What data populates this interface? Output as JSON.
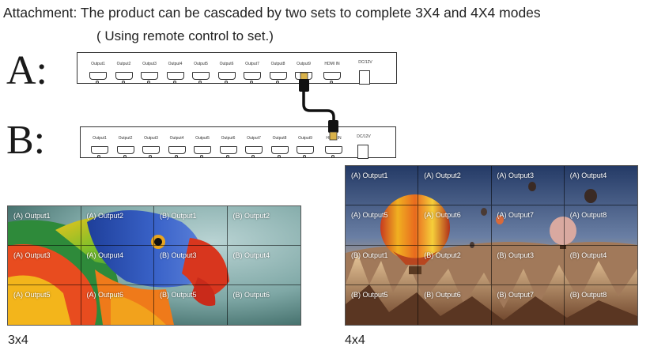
{
  "header": {
    "title": "Attachment: The product can be cascaded by two sets to complete 3X4 and 4X4 modes",
    "subtitle": "( Using remote control to set.)"
  },
  "devices": [
    {
      "letter": "A:",
      "ports": [
        "Output1",
        "Output2",
        "Output3",
        "Output4",
        "Output5",
        "Output6",
        "Output7",
        "Output8",
        "Output9",
        "HDMI IN"
      ],
      "power_label": "DC/12V"
    },
    {
      "letter": "B:",
      "ports": [
        "Output1",
        "Output2",
        "Output3",
        "Output4",
        "Output5",
        "Output6",
        "Output7",
        "Output8",
        "Output9",
        "HDMI IN"
      ],
      "power_label": "DC/12V"
    }
  ],
  "walls": [
    {
      "caption": "3x4",
      "rows": 3,
      "cols": 4,
      "image": "parrot",
      "cells": [
        "(A) Output1",
        "(A) Output2",
        "(B) Output1",
        "(B) Output2",
        "(A) Output3",
        "(A) Output4",
        "(B) Output3",
        "(B) Output4",
        "(A) Output5",
        "(A) Output6",
        "(B) Output5",
        "(B) Output6"
      ]
    },
    {
      "caption": "4x4",
      "rows": 4,
      "cols": 4,
      "image": "balloons",
      "cells": [
        "(A) Output1",
        "(A) Output2",
        "(A) Output3",
        "(A) Output4",
        "(A) Output5",
        "(A) Output6",
        "(A) Output7",
        "(A) Output8",
        "(B) Output1",
        "(B) Output2",
        "(B) Output3",
        "(B) Output4",
        "(B) Output5",
        "(B) Output6",
        "(B) Output7",
        "(B) Output8"
      ]
    }
  ],
  "colors": {
    "cable": "#111111",
    "connector_gold": "#d9b24a",
    "text": "#222222"
  }
}
